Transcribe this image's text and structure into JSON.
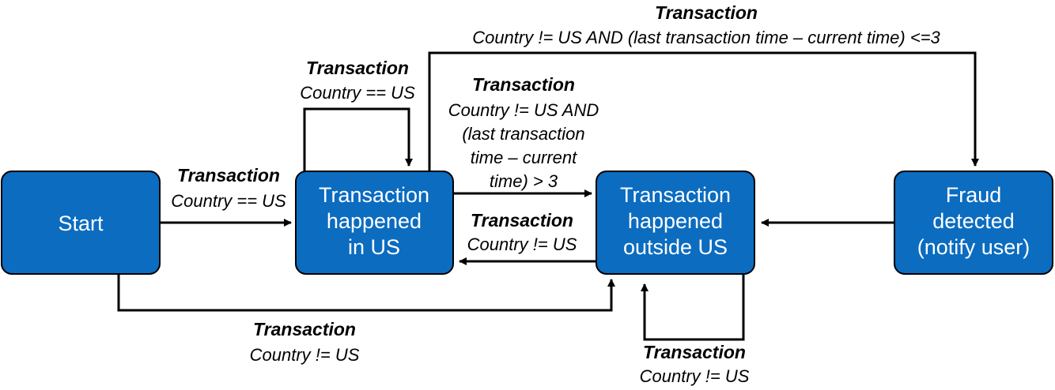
{
  "colors": {
    "state_fill": "#0b6cc0",
    "state_text": "#ffffff",
    "line": "#000000"
  },
  "states": {
    "start": {
      "lines": [
        "Start"
      ]
    },
    "in_us": {
      "lines": [
        "Transaction",
        "happened",
        "in US"
      ]
    },
    "outside_us": {
      "lines": [
        "Transaction",
        "happened",
        "outside US"
      ]
    },
    "fraud": {
      "lines": [
        "Fraud",
        "detected",
        "(notify user)"
      ]
    }
  },
  "transitions": {
    "start_to_in_us": {
      "title": "Transaction",
      "condition": [
        "Country == US"
      ]
    },
    "in_us_self": {
      "title": "Transaction",
      "condition": [
        "Country == US"
      ]
    },
    "in_us_to_outside": {
      "title": "Transaction",
      "condition": [
        "Country != US AND",
        "(last transaction",
        "time – current",
        "time) > 3"
      ]
    },
    "outside_to_in_us": {
      "title": "Transaction",
      "condition": [
        "Country != US"
      ]
    },
    "in_us_to_fraud": {
      "title": "Transaction",
      "condition": [
        "Country != US AND (last transaction time – current time) <=3"
      ]
    },
    "start_to_outside": {
      "title": "Transaction",
      "condition": [
        "Country != US"
      ]
    },
    "outside_self": {
      "title": "Transaction",
      "condition": [
        "Country != US"
      ]
    }
  }
}
